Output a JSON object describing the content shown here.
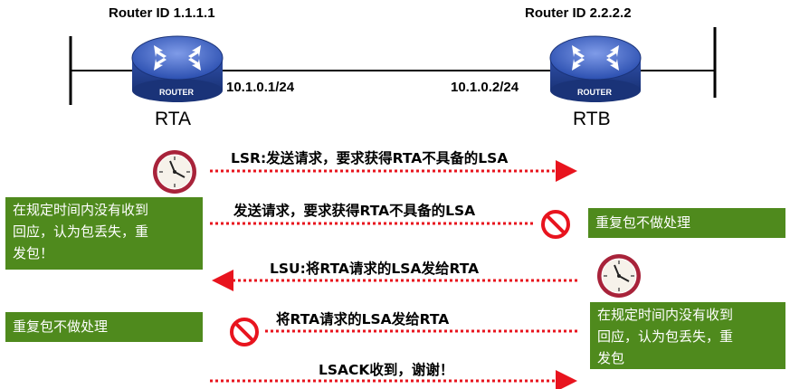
{
  "routers": {
    "rta": {
      "id_label": "Router ID 1.1.1.1",
      "name": "RTA",
      "ip": "10.1.0.1/24",
      "icon_text": "ROUTER"
    },
    "rtb": {
      "id_label": "Router ID 2.2.2.2",
      "name": "RTB",
      "ip": "10.1.0.2/24",
      "icon_text": "ROUTER"
    }
  },
  "messages": {
    "lsr": "LSR:发送请求，要求获得RTA不具备的LSA",
    "lsr_retry": "发送请求，要求获得RTA不具备的LSA",
    "lsu": "LSU:将RTA请求的LSA发给RTA",
    "lsu_retry": "将RTA请求的LSA发给RTA",
    "lsack": "LSACK收到，谢谢！"
  },
  "notes": {
    "rta_timeout": [
      "在规定时间内没有收到",
      "回应，认为包丢失，重",
      "发包！"
    ],
    "rtb_duplicate": "重复包不做处理",
    "rtb_timeout": [
      "在规定时间内没有收到",
      "回应，认为包丢失，重",
      "发包"
    ],
    "rta_duplicate": "重复包不做处理"
  },
  "colors": {
    "arrow": "#e8141e",
    "note_bg": "#4f8a1d",
    "router_body": "#3a5fc0",
    "clock_ring": "#8b1a2a"
  }
}
